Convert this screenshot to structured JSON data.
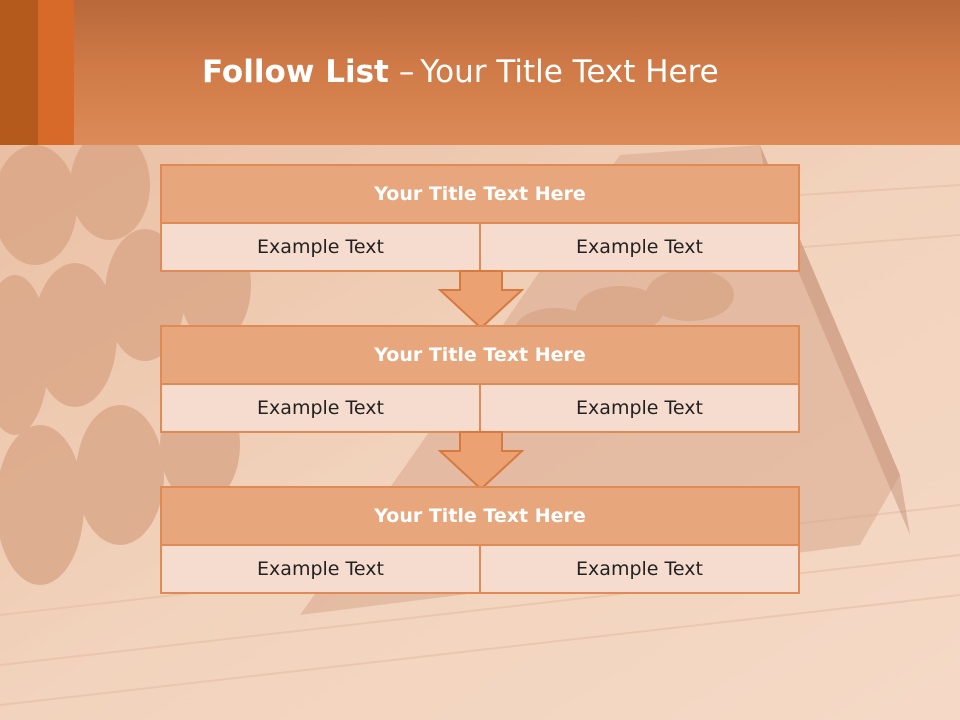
{
  "header": {
    "title_strong": "Follow List",
    "title_dash": "–",
    "title_rest": "Your Title Text Here"
  },
  "flow": {
    "blocks": [
      {
        "title": "Your Title Text Here",
        "left": "Example Text",
        "right": "Example Text"
      },
      {
        "title": "Your Title Text Here",
        "left": "Example Text",
        "right": "Example Text"
      },
      {
        "title": "Your Title Text Here",
        "left": "Example Text",
        "right": "Example Text"
      }
    ]
  },
  "colors": {
    "header": "#d07b48",
    "accent_dark": "#b45a1d",
    "accent": "#d76a28",
    "box_title": "#e8a67c",
    "box_cell": "#f5dccf",
    "box_border": "#e08a55"
  },
  "background_image": "abacus-photo"
}
